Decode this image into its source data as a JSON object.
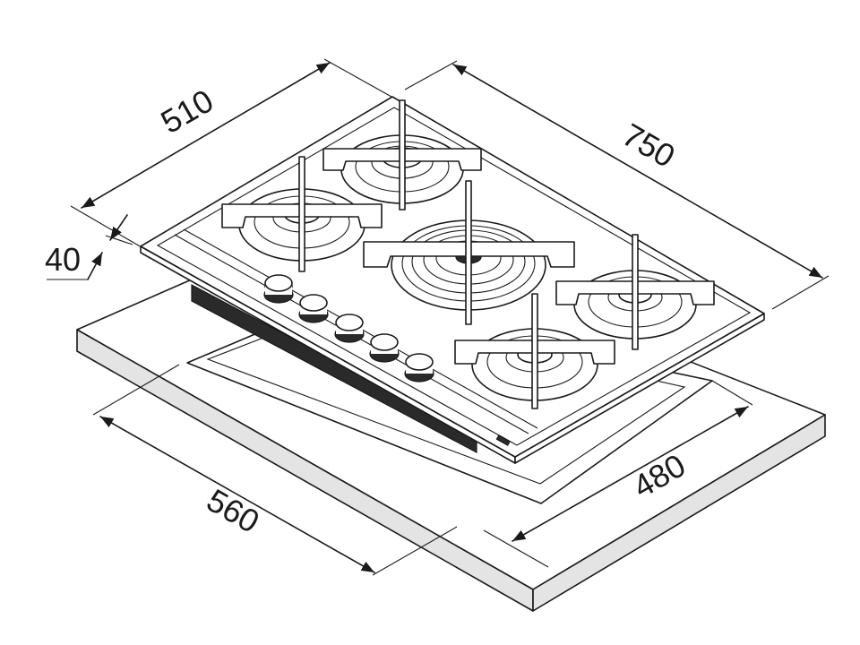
{
  "dimensions": {
    "depth": "510",
    "width": "750",
    "height": "40",
    "cutout_width": "560",
    "cutout_depth": "480"
  },
  "colors": {
    "line": "#1a1a1a",
    "background": "#ffffff",
    "counter_shade": "#e4e4e4"
  },
  "icons": {
    "burner": "burner-icon",
    "knob": "knob-icon"
  }
}
